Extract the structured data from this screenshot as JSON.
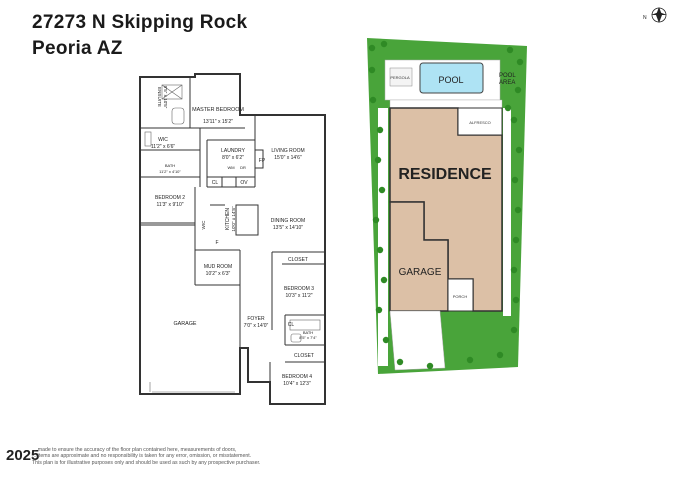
{
  "header": {
    "address_line1": "27273 N Skipping Rock",
    "address_line2": "Peoria  AZ"
  },
  "rooms": {
    "ensuite": {
      "name": "ENSUITE",
      "dims": "9'5\" x 10'5\""
    },
    "master_bedroom": {
      "name": "MASTER BEDROOM",
      "dims": "13'11\" x 15'2\""
    },
    "wic_master": {
      "name": "WIC",
      "dims": "11'2\" x 6'6\""
    },
    "laundry": {
      "name": "LAUNDRY",
      "dims": "8'0\" x 6'2\""
    },
    "wm": "WM",
    "dr": "DR",
    "cl_laundry": "CL",
    "ov": "OV",
    "fp": "FP",
    "living_room": {
      "name": "LIVING ROOM",
      "dims": "15'0\" x 14'6\""
    },
    "bath_1": {
      "name": "BATH",
      "dims": "11'2\" x 4'10\""
    },
    "bedroom_2": {
      "name": "BEDROOM 2",
      "dims": "11'3\" x 9'10\""
    },
    "wic_kitchen": "WIC",
    "kitchen": {
      "name": "KITCHEN",
      "dims": "10'0\" x 14'8\""
    },
    "dining_room": {
      "name": "DINING ROOM",
      "dims": "13'5\" x 14'10\""
    },
    "f_label": "F",
    "closet_3": "CLOSET",
    "mud_room": {
      "name": "MUD ROOM",
      "dims": "10'2\" x 6'3\""
    },
    "bedroom_3": {
      "name": "BEDROOM 3",
      "dims": "10'3\" x 11'2\""
    },
    "garage": "GARAGE",
    "foyer": {
      "name": "FOYER",
      "dims": "7'0\" x 14'0\""
    },
    "cl_bath2": "CL",
    "bath_2": {
      "name": "BATH",
      "dims": "8'5\" x 7'4\""
    },
    "closet_4": "CLOSET",
    "bedroom_4": {
      "name": "BEDROOM 4",
      "dims": "10'4\" x 12'3\""
    }
  },
  "site_plan": {
    "pergola": "PERGOLA",
    "pool": "POOL",
    "pool_area": "POOL AREA",
    "alfresco": "ALFRESCO",
    "residence": "RESIDENCE",
    "garage": "GARAGE",
    "porch": "PORCH",
    "north": "N"
  },
  "footer": {
    "disclaimer": [
      "... made to ensure the accuracy of the floor plan contained here, measurements of doors,",
      "... items are approximate and no responsibility is taken for any error, omission, or misstatement.",
      "This plan is for illustrative purposes only and should be used as such by any prospective purchaser."
    ],
    "watermark": "2025"
  },
  "colors": {
    "lawn": "#49a43a",
    "residence": "#dcc0a6",
    "pool": "#aee3f4",
    "walls": "#333333",
    "tree": "#2f8a25"
  }
}
